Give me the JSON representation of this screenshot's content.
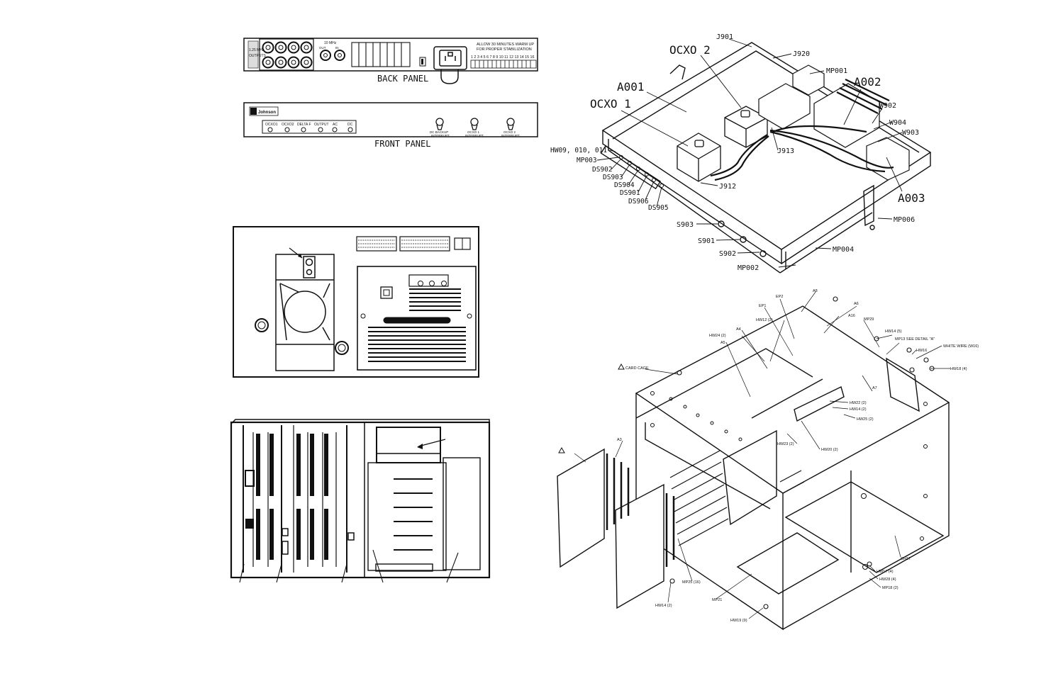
{
  "back_panel": {
    "title": "BACK PANEL",
    "outputs_label_1": "1.25 MHz",
    "outputs_label_2": "OUTPUTS",
    "ref_label": "10 MHz",
    "out_label": "OUT",
    "in_label": "IN",
    "warmup_1": "ALLOW 30 MINUTES WARM UP",
    "warmup_2": "FOR PROPER STABILIZATION",
    "numbers": "1 2 3 4 5 6 7 8 9 10 11 12 13 14 15 16"
  },
  "front_panel": {
    "title": "FRONT PANEL",
    "logo": "Johnson",
    "indicators": [
      "OCXO1",
      "OCXO2",
      "DELTA F",
      "OUTPUT",
      "AC",
      "DC"
    ],
    "switch_1": [
      "DC BACKUP",
      "INTERRUPT"
    ],
    "switch_2": [
      "OCXO 1",
      "INTERRUPT"
    ],
    "switch_3": [
      "OCXO 2",
      "INTERRUPT"
    ]
  },
  "chassis_top": {
    "labels": {
      "j901": "J901",
      "j920": "J920",
      "ocxo2": "OCXO 2",
      "mp001": "MP001",
      "a002": "A002",
      "a001": "A001",
      "w902": "W902",
      "ocxo1": "OCXO 1",
      "w904": "W904",
      "w903": "W903",
      "hw": "HW09, 010, 011",
      "mp003": "MP003",
      "j913": "J913",
      "ds902": "DS902",
      "ds903": "DS903",
      "ds904": "DS904",
      "ds901": "DS901",
      "ds906": "DS906",
      "ds905": "DS905",
      "j912": "J912",
      "a003": "A003",
      "mp006": "MP006",
      "s903": "S903",
      "s901": "S901",
      "s902": "S902",
      "mp004": "MP004",
      "mp002": "MP002"
    }
  },
  "card_cage": {
    "labels": {
      "a8": "A8",
      "ep2": "EP2",
      "ep1": "EP1",
      "a16": "A16",
      "a6": "A6",
      "hw12": "HW12 (2)",
      "mp29": "MP29",
      "hw24": "HW24 (2)",
      "a4": "A4",
      "hw14a": "HW14 (5)",
      "mp13": "MP13  SEE DETAIL \"A\"",
      "a5": "A5",
      "hw16": "HW16",
      "white_wire": "WHITE WIRE (W16)",
      "card_cage": "CARD CAGE",
      "hw18": "HW18 (4)",
      "hw22": "HW22 (2)",
      "hw14b": "HW14 (2)",
      "a7": "A7",
      "hw25": "HW25 (2)",
      "a3": "A3",
      "hw23": "HW23 (2)",
      "hw20": "HW20 (2)",
      "ch17": "CH17",
      "hw17": "HW17 (4)",
      "hw28": "HW28 (4)",
      "mp25": "MP25 (16)",
      "mp18": "MP18 (2)",
      "mp21": "MP21",
      "hw14c": "HW14 (2)",
      "hw19": "HW19 (9)"
    }
  }
}
